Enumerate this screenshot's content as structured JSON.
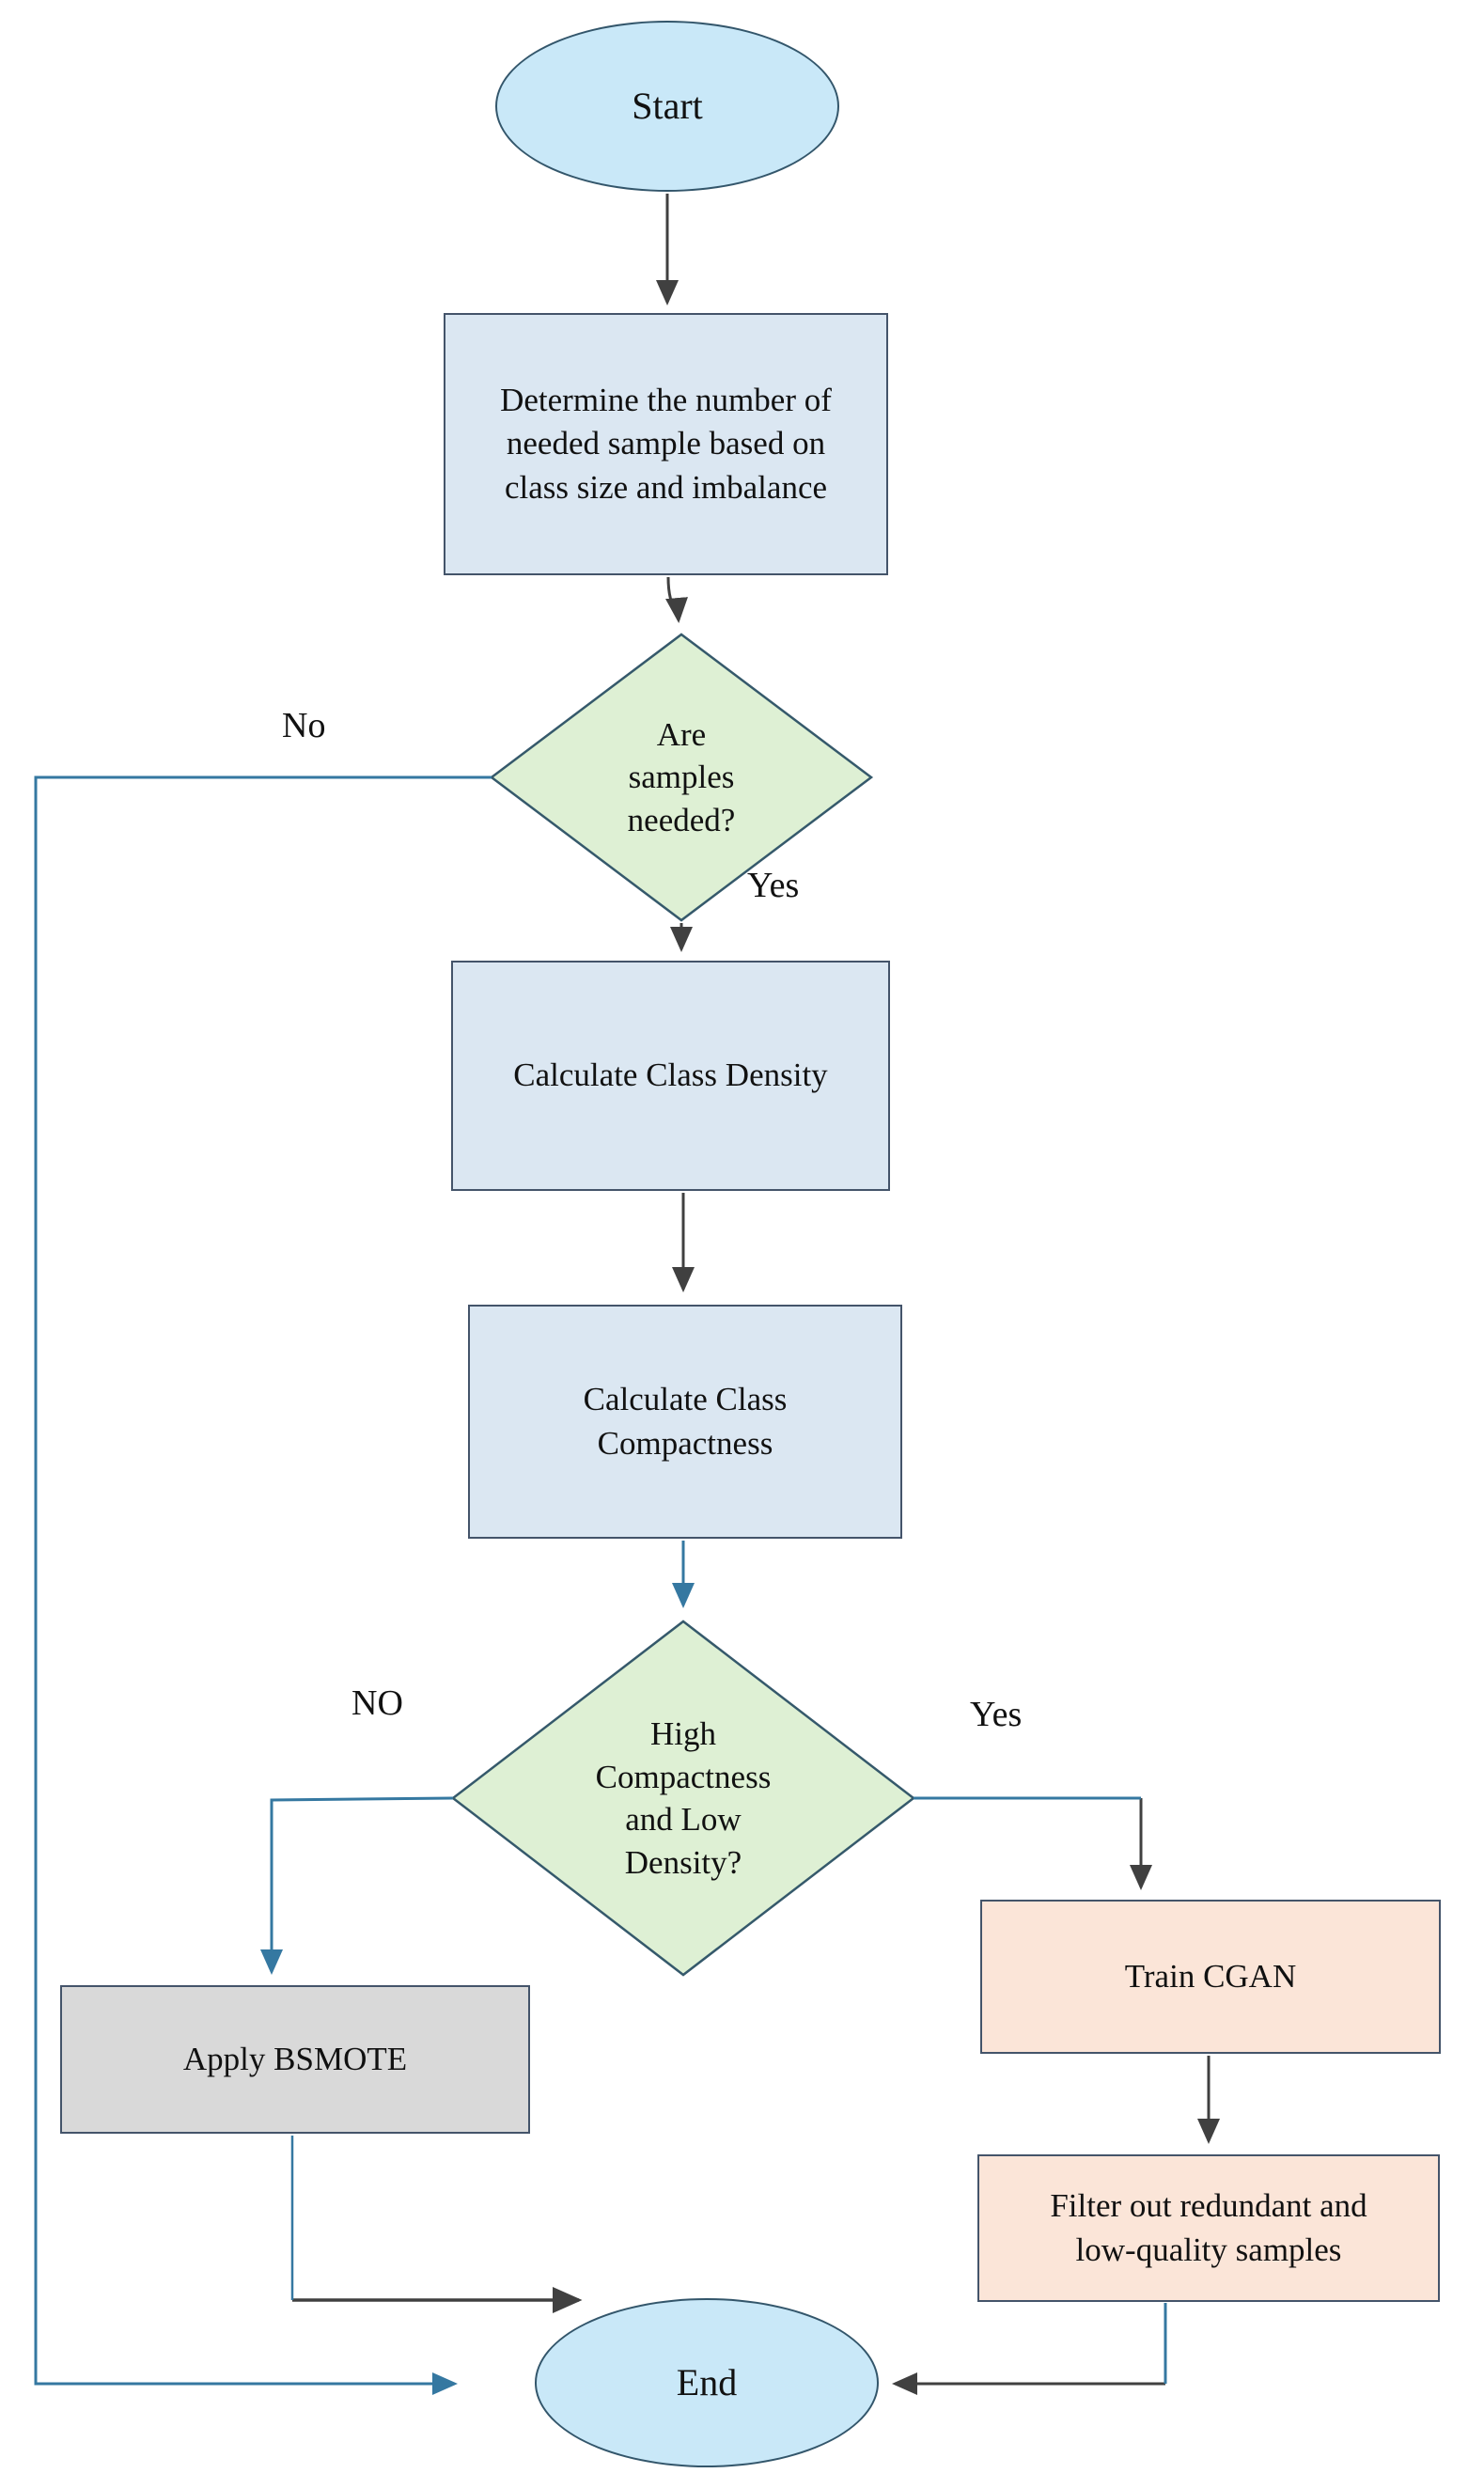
{
  "diagram": {
    "type": "flowchart",
    "nodes": {
      "start": {
        "label": "Start",
        "shape": "terminator"
      },
      "determine": {
        "label": "Determine the number of\nneeded sample based on\nclass size and imbalance",
        "shape": "process"
      },
      "samples_needed": {
        "label": "Are\nsamples\nneeded?",
        "shape": "decision"
      },
      "calc_density": {
        "label": "Calculate Class Density",
        "shape": "process"
      },
      "calc_compactness": {
        "label": "Calculate Class\nCompactness",
        "shape": "process"
      },
      "high_low": {
        "label": "High\nCompactness\nand Low\nDensity?",
        "shape": "decision"
      },
      "apply_bsmote": {
        "label": "Apply BSMOTE",
        "shape": "process"
      },
      "train_cgan": {
        "label": "Train CGAN",
        "shape": "process"
      },
      "filter_samples": {
        "label": "Filter out redundant and\nlow-quality samples",
        "shape": "process"
      },
      "end": {
        "label": "End",
        "shape": "terminator"
      }
    },
    "edge_labels": {
      "no1": "No",
      "yes1": "Yes",
      "no2": "NO",
      "yes2": "Yes"
    },
    "colors": {
      "terminator_fill": "#c9e8f8",
      "process_fill": "#dbe7f2",
      "decision_fill": "#def0d4",
      "bsmote_fill": "#d9d9d9",
      "cgan_fill": "#fbe5d8",
      "shape_border": "#44546a",
      "connector_dark": "#404040",
      "connector_blue": "#3578a1"
    }
  }
}
